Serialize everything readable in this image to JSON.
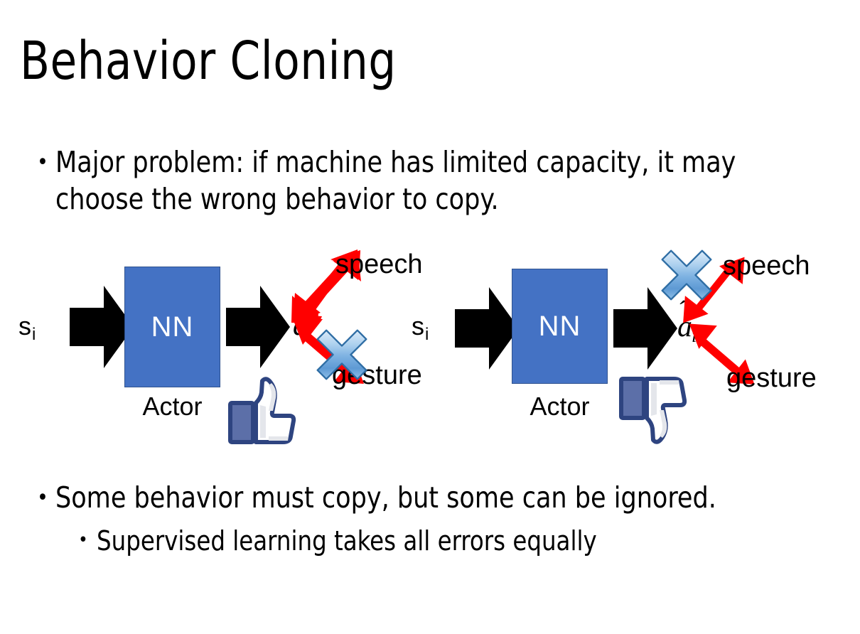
{
  "slide": {
    "title": "Behavior Cloning",
    "background_color": "#FFFFFF",
    "bullet_glyph": "•"
  },
  "bullets": {
    "top": "Major problem: if machine has limited capacity, it may choose the wrong behavior to copy.",
    "bottom_level1": "Some behavior must copy, but some can be ignored.",
    "bottom_level2": "Supervised learning takes all errors equally"
  },
  "colors": {
    "nn_box_fill": "#4472C4",
    "nn_box_border": "#2F528F",
    "arrow_black": "#000000",
    "arrow_red": "#FF0000",
    "cross_blue_light": "#BBD6F0",
    "cross_blue_mid": "#6FA8DC",
    "cross_blue_dark": "#2E6DA4",
    "thumb_blue": "#3B5998",
    "thumb_fill": "#FFFFFF",
    "thumb_shadow": "#E4E6EB",
    "text_black": "#000000",
    "nn_text": "#FFFFFF"
  },
  "diagrams": [
    {
      "id": "left",
      "state_label": "s",
      "state_subscript": "i",
      "nn_label": "NN",
      "actor_label": "Actor",
      "output_label": "a",
      "output_subscript": "i",
      "branch_top_label": "speech",
      "branch_bottom_label": "gesture",
      "crossed_branch": "gesture",
      "feedback_icon": "thumbs-up-icon",
      "feedback_value": "positive"
    },
    {
      "id": "right",
      "state_label": "s",
      "state_subscript": "i",
      "nn_label": "NN",
      "actor_label": "Actor",
      "output_label": "a",
      "output_subscript": "i",
      "branch_top_label": "speech",
      "branch_bottom_label": "gesture",
      "crossed_branch": "speech",
      "feedback_icon": "thumbs-down-icon",
      "feedback_value": "negative"
    }
  ]
}
